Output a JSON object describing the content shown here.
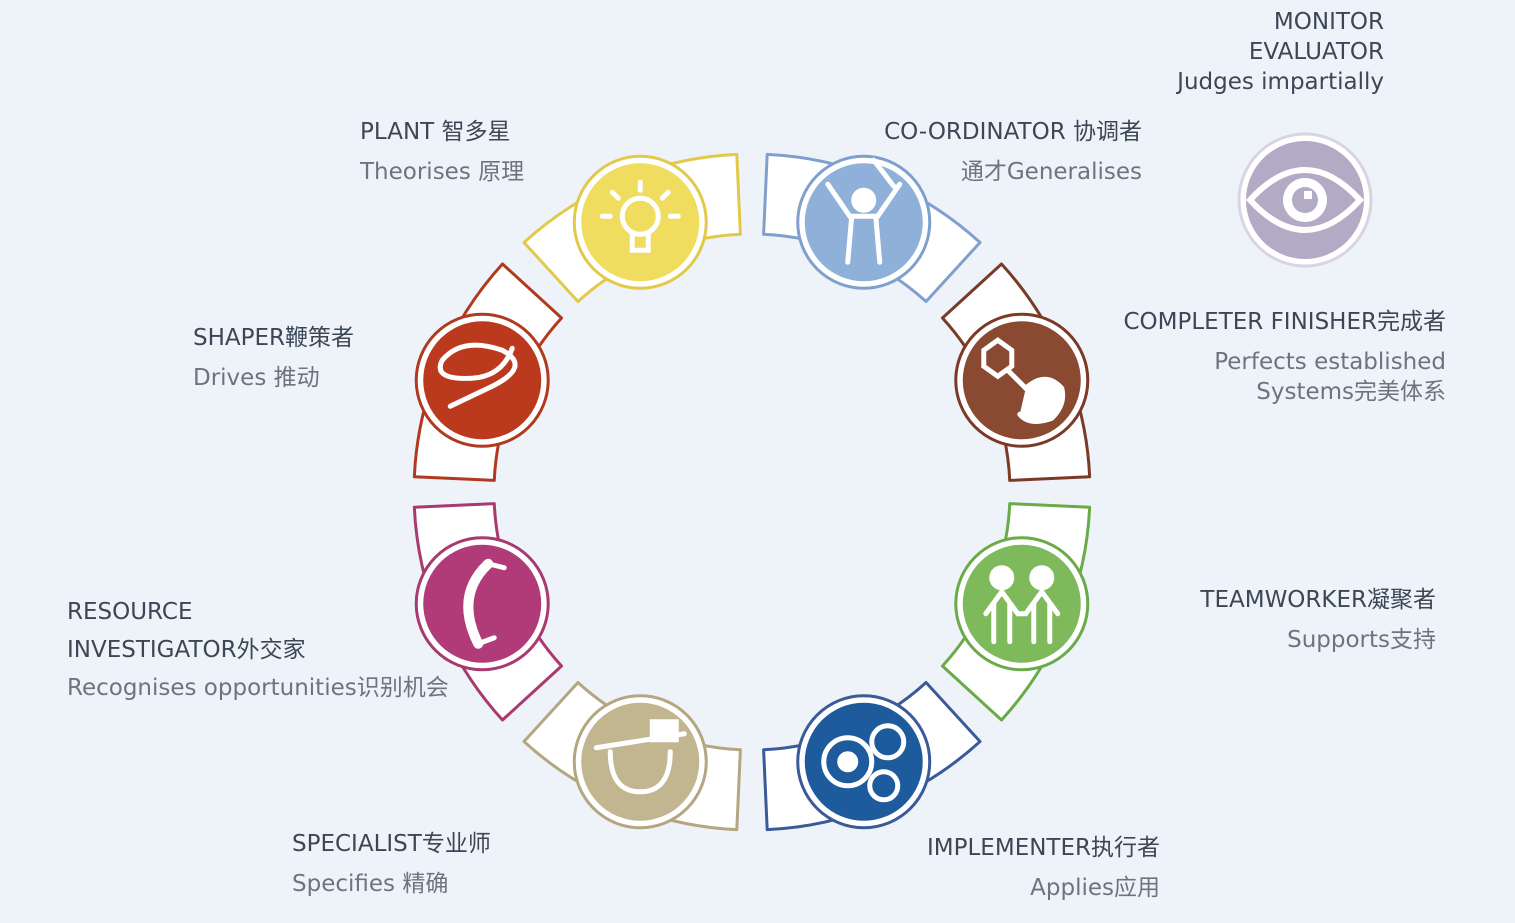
{
  "roles": [
    {
      "key": "plant",
      "title": "PLANT 智多星",
      "subtitle": "Theorises  原理",
      "color": "#f0dc5e",
      "border": "#e2c94a",
      "icon": "lightbulb-icon"
    },
    {
      "key": "coordinator",
      "title": "CO-ORDINATOR 协调者",
      "subtitle": "通才Generalises",
      "color": "#8fb0d8",
      "border": "#7fa0cc",
      "icon": "conductor-icon"
    },
    {
      "key": "completer",
      "title": "COMPLETER FINISHER完成者",
      "subtitle_lines": [
        "Perfects established",
        "Systems完美体系"
      ],
      "color": "#8a4a32",
      "border": "#7a3a26",
      "icon": "wrench-hand-icon"
    },
    {
      "key": "teamworker",
      "title": "TEAMWORKER凝聚者",
      "subtitle": "Supports支持",
      "color": "#7eba5c",
      "border": "#6aab48",
      "icon": "two-people-icon"
    },
    {
      "key": "implementer",
      "title": "IMPLEMENTER执行者",
      "subtitle": "Applies应用",
      "color": "#1d5b9c",
      "border": "#3a5a98",
      "icon": "gears-icon"
    },
    {
      "key": "specialist",
      "title": "SPECIALIST专业师",
      "subtitle": "Specifies 精确",
      "color": "#c2b690",
      "border": "#b3a680",
      "icon": "micrometer-icon"
    },
    {
      "key": "resource",
      "title_lines": [
        "RESOURCE",
        "INVESTIGATOR外交家"
      ],
      "subtitle": "Recognises opportunities识别机会",
      "color": "#b03b78",
      "border": "#a83a70",
      "icon": "telephone-icon"
    },
    {
      "key": "shaper",
      "title": "SHAPER鞭策者",
      "subtitle": "Drives  推动",
      "color": "#bb3a1e",
      "border": "#b03a20",
      "icon": "whip-icon"
    }
  ],
  "monitor": {
    "title_lines": [
      "MONITOR",
      "EVALUATOR"
    ],
    "subtitle": "Judges impartially",
    "color": "#b3aac6",
    "icon": "eye-icon"
  }
}
